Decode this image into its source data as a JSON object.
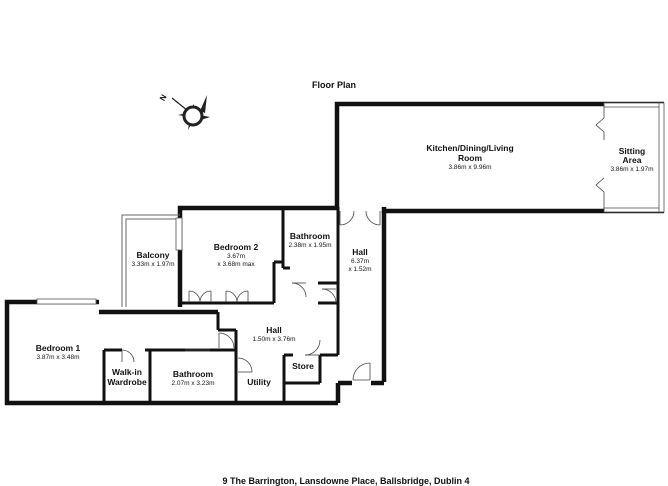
{
  "title": "Floor Plan",
  "compass": {
    "north_label": "N"
  },
  "address": "9 The Barrington, Lansdowne Place, Ballsbridge, Dublin 4",
  "rooms": {
    "kitchen": {
      "name1": "Kitchen/Dining/Living",
      "name2": "Room",
      "dims": "3.86m x 9.96m"
    },
    "sitting": {
      "name1": "Sitting",
      "name2": "Area",
      "dims": "3.86m x 1.97m"
    },
    "bathroom_top": {
      "name": "Bathroom",
      "dims": "2.38m x 1.95m"
    },
    "hall_right": {
      "name": "Hall",
      "dims1": "6.37m",
      "dims2": "x 1.52m"
    },
    "bedroom2": {
      "name": "Bedroom 2",
      "dims1": "3.67m",
      "dims2": "x 3.68m max"
    },
    "balcony": {
      "name": "Balcony",
      "dims": "3.33m x 1.97m"
    },
    "hall_mid": {
      "name": "Hall",
      "dims": "1.50m x 3.76m"
    },
    "bedroom1": {
      "name": "Bedroom 1",
      "dims": "3.87m x 3.48m"
    },
    "walkin": {
      "name1": "Walk-in",
      "name2": "Wardrobe"
    },
    "bathroom_bottom": {
      "name": "Bathroom",
      "dims": "2.07m x 3.23m"
    },
    "utility": {
      "name": "Utility"
    },
    "store": {
      "name": "Store"
    }
  }
}
